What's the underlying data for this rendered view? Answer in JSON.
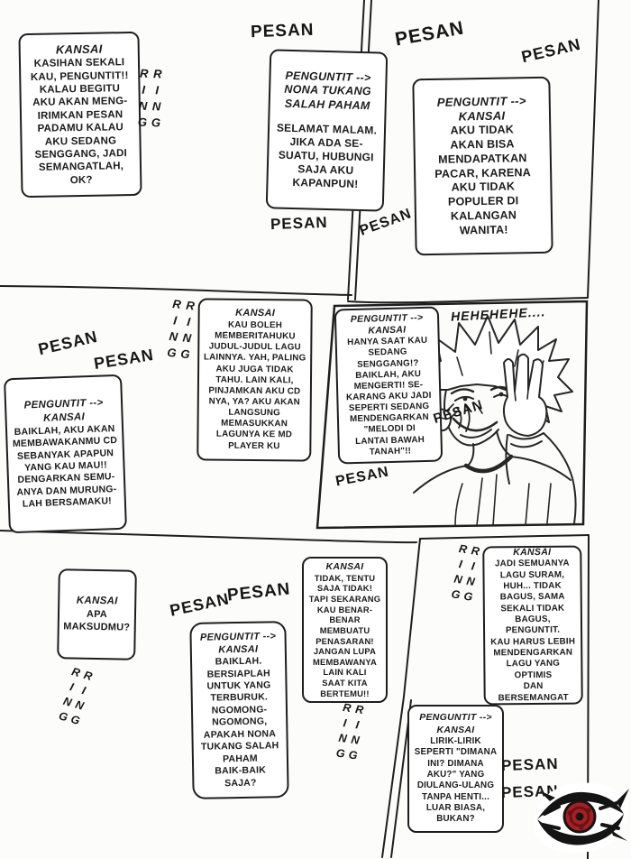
{
  "page": {
    "background": "#fcfcfb",
    "ink": "#1e1e1e"
  },
  "sfx": {
    "pesan": "PESAN",
    "ring_ring": "RING RING",
    "laugh": "HEHEHEHE...."
  },
  "messages": {
    "m1": {
      "header": "KANSAI",
      "body": "KASIHAN SEKALI\nKAU, PENGUNTIT!!\nKALAU BEGITU\nAKU AKAN MENG-\nIRIMKAN PESAN\nPADAMU KALAU\nAKU SEDANG\nSENGGANG, JADI\nSEMANGATLAH,\nOK?"
    },
    "m2": {
      "header": "PENGUNTIT -->\nNONA TUKANG\nSALAH PAHAM",
      "body": "SELAMAT MALAM.\nJIKA ADA SE-\nSUATU, HUBUNGI\nSAJA AKU\nKAPANPUN!"
    },
    "m3": {
      "header": "PENGUNTIT -->\nKANSAI",
      "body": "AKU TIDAK\nAKAN BISA\nMENDAPATKAN\nPACAR, KARENA\nAKU TIDAK\nPOPULER DI\nKALANGAN\nWANITA!"
    },
    "m4": {
      "header": "PENGUNTIT -->\nKANSAI",
      "body": "BAIKLAH, AKU AKAN\nMEMBAWAKANMU CD\nSEBANYAK APAPUN\nYANG KAU MAU!!\nDENGARKAN SEMU-\nANYA DAN MURUNG-\nLAH BERSAMAKU!"
    },
    "m5": {
      "header": "KANSAI",
      "body": "KAU BOLEH\nMEMBERITAHUKU\nJUDUL-JUDUL LAGU\nLAINNYA. YAH, PALING\nAKU JUGA TIDAK\nTAHU. LAIN KALI,\nPINJAMKAN AKU CD\nNYA, YA? AKU AKAN\nLANGSUNG\nMEMASUKKAN\nLAGUNYA KE MD\nPLAYER KU"
    },
    "m6": {
      "header": "PENGUNTIT -->\nKANSAI",
      "body": "HANYA SAAT KAU\nSEDANG SENGGANG!?\nBAIKLAH, AKU\nMENGERTI! SE-\nKARANG AKU JADI\nSEPERTI SEDANG\nMENDENGARKAN\n\"MELODI DI\nLANTAI BAWAH\nTANAH\"!!"
    },
    "m7": {
      "header": "KANSAI",
      "body": "APA\nMAKSUDMU?"
    },
    "m8": {
      "header": "PENGUNTIT -->\nKANSAI",
      "body": "BAIKLAH.\nBERSIAPLAH\nUNTUK YANG\nTERBURUK.\nNGOMONG-\nNGOMONG,\nAPAKAH NONA\nTUKANG SALAH\nPAHAM\nBAIK-BAIK\nSAJA?"
    },
    "m9": {
      "header": "KANSAI",
      "body": "TIDAK, TENTU\nSAJA TIDAK!\nTAPI SEKARANG\nKAU BENAR-BENAR\nMEMBUATU\nPENASARAN!\nJANGAN LUPA\nMEMBAWANYA\nLAIN KALI\nSAAT KITA\nBERTEMU!!"
    },
    "m10": {
      "header": "KANSAI",
      "body": "JADI SEMUANYA\nLAGU SURAM,\nHUH... TIDAK\nBAGUS, SAMA\nSEKALI TIDAK\nBAGUS, PENGUNTIT.\nKAU HARUS LEBIH\nMENDENGARKAN\nLAGU YANG OPTIMIS\nDAN BERSEMANGAT"
    },
    "m11": {
      "header": "PENGUNTIT -->\nKANSAI",
      "body": "LIRIK-LIRIK\nSEPERTI \"DIMANA\nINI? DIMANA\nAKU?\" YANG\nDIULANG-ULANG\nTANPA HENTI...\nLUAR BIASA,\nBUKAN?"
    }
  },
  "logo": {
    "red": "#a42025",
    "dark_red": "#6e1113",
    "black": "#141414",
    "white": "#ffffff"
  }
}
